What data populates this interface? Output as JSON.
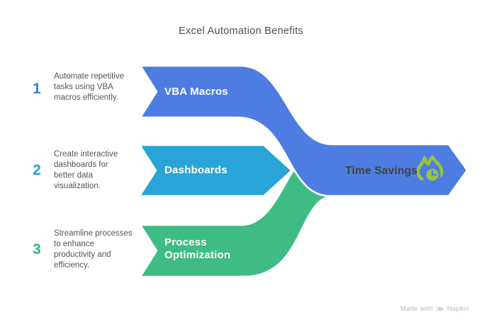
{
  "title": "Excel Automation Benefits",
  "colors": {
    "blue": "#4d7de2",
    "cyan": "#28a5d6",
    "green": "#3ebc83",
    "icon_green": "#9cc43e",
    "white": "#ffffff"
  },
  "steps": [
    {
      "number": "1",
      "description": "Automate repetitive tasks using VBA macros efficiently.",
      "label": "VBA Macros"
    },
    {
      "number": "2",
      "description": "Create interactive dashboards for better data visualization.",
      "label": "Dashboards"
    },
    {
      "number": "3",
      "description": "Streamline processes to enhance productivity and efficiency.",
      "label": "Process Optimization"
    }
  ],
  "result": {
    "label": "Time Savings",
    "icon": "flame-clock-icon"
  },
  "footer": {
    "text": "Made with",
    "icon": "≫",
    "brand": "Napkin"
  }
}
